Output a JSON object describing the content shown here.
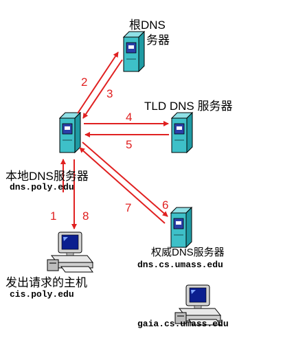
{
  "nodes": {
    "root": {
      "label_line1": "根DNS",
      "label_line2": "务器"
    },
    "tld": {
      "label": "TLD DNS 服务器"
    },
    "local": {
      "label": "本地DNS服务器",
      "host": "dns.poly.edu"
    },
    "auth": {
      "label": "权威DNS服务器",
      "host": "dns.cs.umass.edu"
    },
    "requester": {
      "label": "发出请求的主机",
      "host": "cis.poly.edu"
    },
    "target": {
      "host": "gaia.cs.umass.edu"
    }
  },
  "steps": [
    "1",
    "2",
    "3",
    "4",
    "5",
    "6",
    "7",
    "8"
  ],
  "colors": {
    "arrow": "#e02020",
    "server": "#3ec0c8",
    "server_face": "#2a3fa8"
  },
  "icons": {
    "server": "server-icon",
    "workstation": "workstation-icon"
  }
}
